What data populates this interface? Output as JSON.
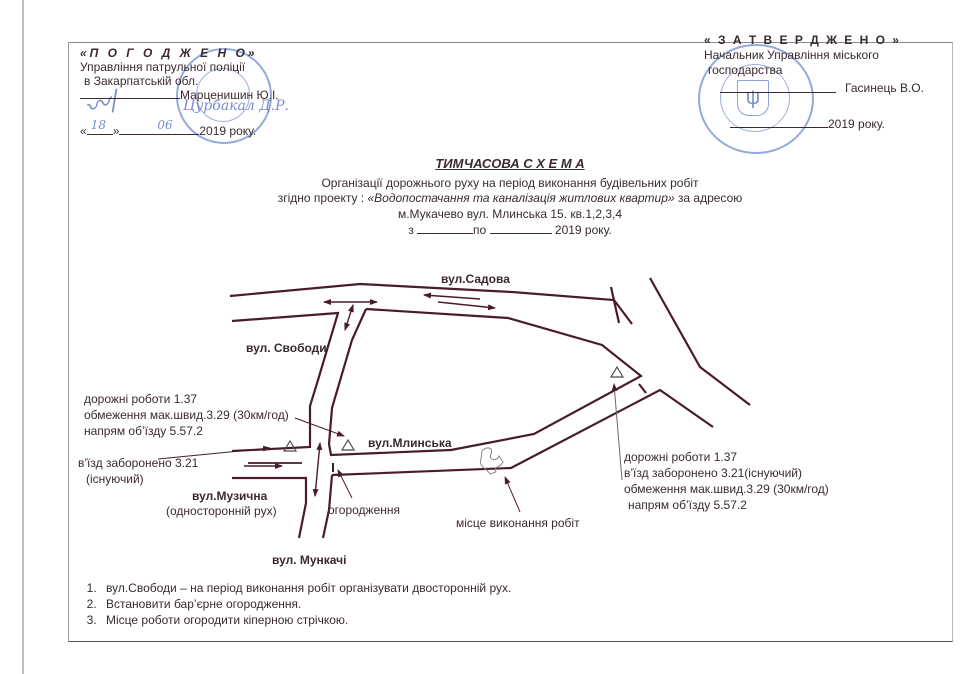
{
  "approval_left": {
    "heading": "«П О Г О Д Ж Е Н О»",
    "line1": "Управління патрульної поліції",
    "line2": "в Закарпатській обл.",
    "signatory": "Марценишин Ю.І.",
    "handwritten_name": "Цурбакал Д.Р.",
    "date_prefix": "«",
    "date_day": "18",
    "date_close": "»",
    "date_month": "06",
    "date_suffix": "2019 року."
  },
  "approval_right": {
    "heading": "« З А Т В Е Р Д Ж Е Н О »",
    "line1": "Начальник Управління  міського",
    "line2": "господарства",
    "signatory": "Гасинець В.О.",
    "date_suffix": "2019 року."
  },
  "title": {
    "main": "ТИМЧАСОВА  С Х Е М А",
    "line1": "Організації дорожнього руху на період виконання будівельних робіт",
    "line2_prefix": "згідно проекту : ",
    "line2_project": "«Водопостачання та каналізація житлових квартир»",
    "line2_suffix": " за адресою",
    "line3": "м.Мукачево вул. Млинська 15. кв.1,2,3,4",
    "line4_from": "з",
    "line4_to": "по",
    "line4_year": "2019 року."
  },
  "map": {
    "line_color": "#4a1c2a",
    "streets": {
      "sadova": "вул.Садова",
      "svobody": "вул. Свободи",
      "mlynska": "вул.Млинська",
      "muzychna": "вул.Музична",
      "muzychna_note": "(односторонній рух)",
      "munkachi": "вул. Мункачі"
    },
    "labels": {
      "left_sign_1": "дорожні роботи 1.37",
      "left_sign_2": "обмеження мак.швид.3.29 (30км/год)",
      "left_sign_3": "напрям об’їзду 5.57.2",
      "no_entry_1": "в’їзд заборонено 3.21",
      "no_entry_2": "(існуючий)",
      "fence": "огородження",
      "work_site": "місце виконання робіт",
      "right_sign_1": "дорожні роботи 1.37",
      "right_sign_2": "в’їзд заборонено 3.21(існуючий)",
      "right_sign_3": "обмеження мак.швид.3.29 (30км/год)",
      "right_sign_4": "напрям об’їзду 5.57.2"
    },
    "sign_symbol": "△"
  },
  "notes": [
    "вул.Свободи – на період виконання робіт організувати двосторонній рух.",
    "Встановити бар’єрне огородження.",
    "Місце роботи  огородити кіперною стрічкою."
  ]
}
